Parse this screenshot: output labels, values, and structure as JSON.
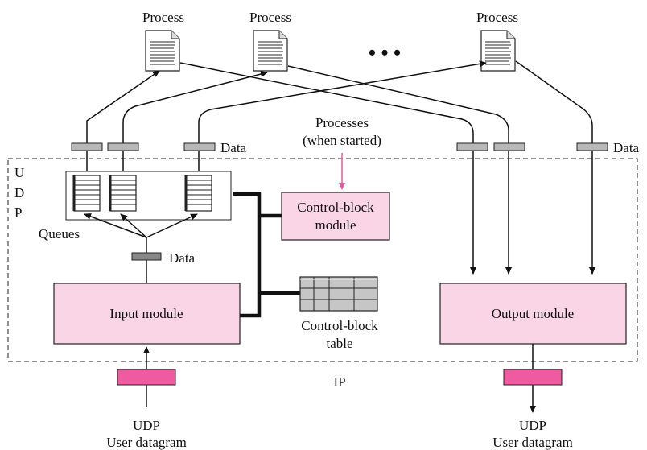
{
  "processes": {
    "label": "Process",
    "ellipsis": "• • •"
  },
  "udp_letters": [
    "U",
    "D",
    "P"
  ],
  "data_label": "Data",
  "processes_started": {
    "line1": "Processes",
    "line2": "(when started)"
  },
  "queues_label": "Queues",
  "control_block_module": {
    "line1": "Control-block",
    "line2": "module"
  },
  "control_block_table": {
    "line1": "Control-block",
    "line2": "table"
  },
  "input_module_label": "Input module",
  "output_module_label": "Output module",
  "ip_label": "IP",
  "udp_in": {
    "line1": "UDP",
    "line2": "User datagram"
  },
  "udp_out": {
    "line1": "UDP",
    "line2": "User datagram"
  },
  "colors": {
    "module_fill": "#f9d5e5",
    "datagram_fill": "#ef5aa0",
    "arrow_pink": "#e8589a",
    "tag_gray": "#b8b8b8",
    "table_gray": "#c6c6c6"
  }
}
